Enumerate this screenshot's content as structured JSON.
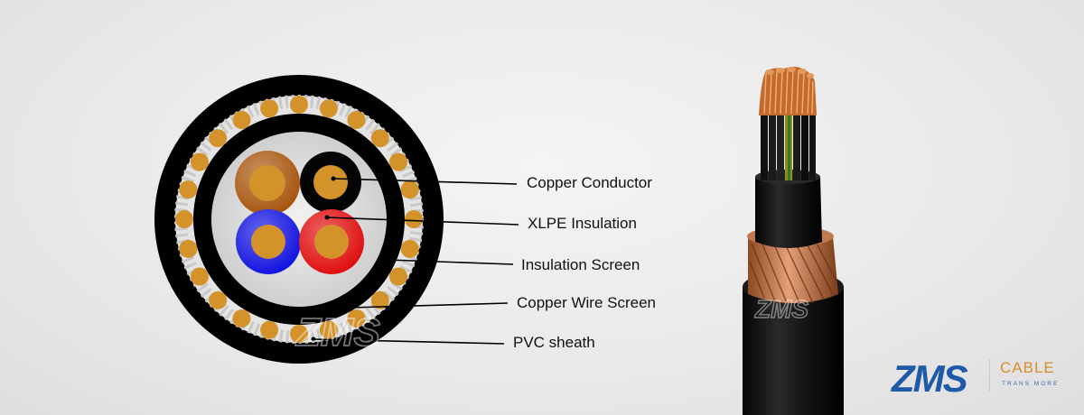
{
  "labels": {
    "copper_conductor": "Copper Conductor",
    "xlpe_insulation": "XLPE Insulation",
    "insulation_screen": "Insulation Screen",
    "copper_wire_screen": "Copper Wire Screen",
    "pvc_sheath": "PVC sheath"
  },
  "brand": {
    "logo_text": "ZMS",
    "cable_text": "CABLE",
    "tagline": "TRANS MORE",
    "logo_color": "#1f5aa8",
    "accent_color": "#d98d2a"
  },
  "watermarks": [
    "ZMS",
    "ZMS"
  ],
  "colors": {
    "sheath": "#000000",
    "copper": "#d4922a",
    "core_brown": "#a8560f",
    "core_black": "#050505",
    "core_blue": "#1414e0",
    "core_red": "#e01010",
    "bedding": "#e3e3e3"
  }
}
